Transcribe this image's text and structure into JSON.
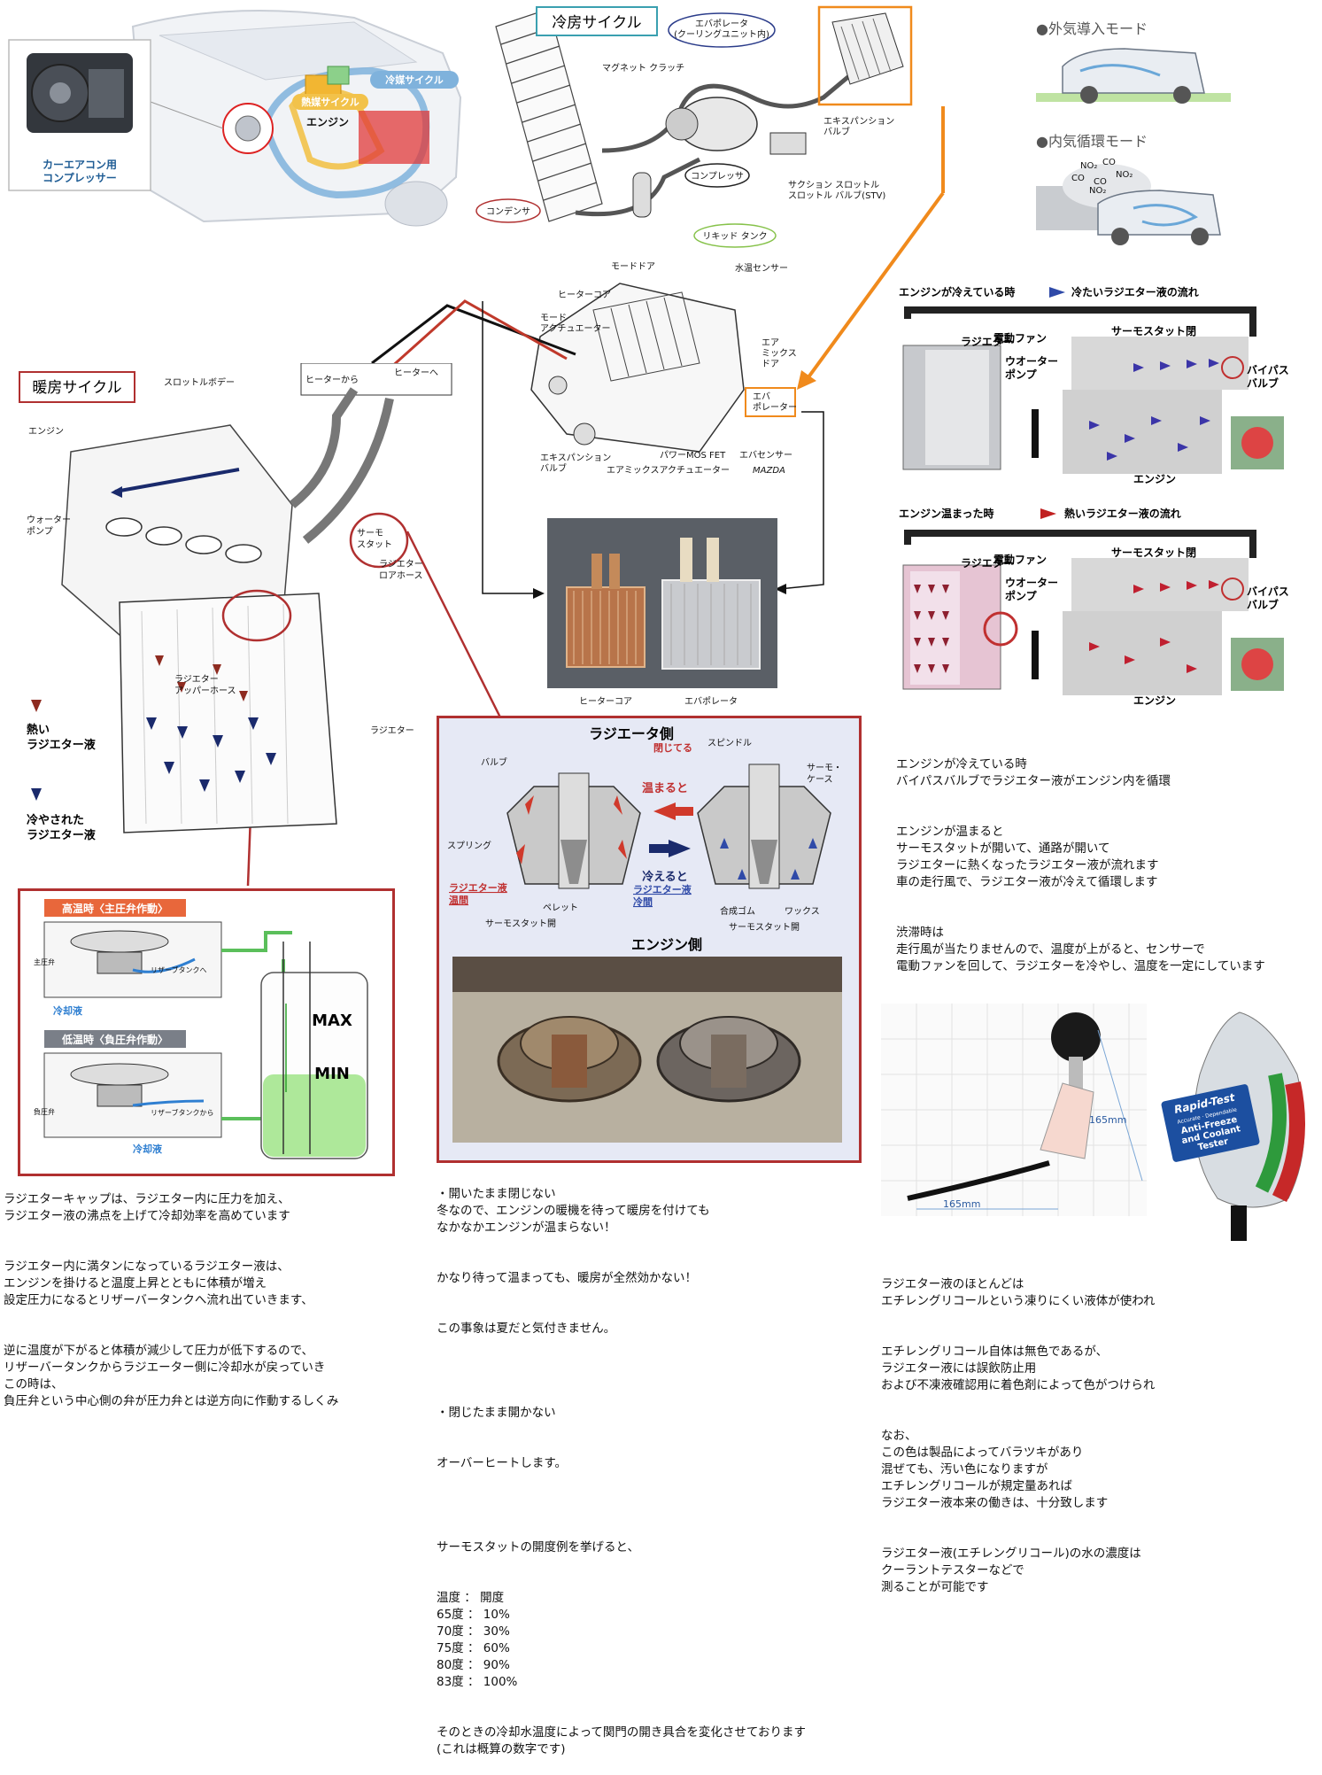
{
  "compressor": {
    "label": "カーエアコン用\nコンプレッサー",
    "refrigerant_cycle": "冷媒サイクル",
    "heat_cycle": "熱媒サイクル",
    "engine": "エンジン"
  },
  "cooling": {
    "title": "冷房サイクル",
    "evaporator": "エバポレータ\n(クーリングユニット内)",
    "magnet_clutch": "マグネット クラッチ",
    "expansion_valve": "エキスパンション\nバルブ",
    "compressor": "コンプレッサ",
    "suction_throttle": "サクション スロットル\nスロットル バルブ(STV)",
    "condenser": "コンデンサ",
    "liquid_tank": "リキッド タンク"
  },
  "modes": {
    "fresh_air": "●外気導入モード",
    "recirculation": "●内気循環モード",
    "gases": [
      "NO₂",
      "CO",
      "CO",
      "NO₂",
      "CO",
      "NO₂"
    ]
  },
  "hvac_unit": {
    "mode_door": "モードドア",
    "water_temp_sensor": "水温センサー",
    "heater_core": "ヒーターコア",
    "mode_actuator": "モード\nアクチュエーター",
    "air_mix_door": "エア\nミックス\nドア",
    "evaporator_box": "エバ\nポレーター",
    "expansion_valve": "エキスパンション\nバルブ",
    "power_mosfet": "パワーMOS FET",
    "evap_sensor": "エバセンサー",
    "air_mix_actuator": "エアミックスアクチュエーター",
    "brand": "MAZDA"
  },
  "heating": {
    "title": "暖房サイクル",
    "throttle_body": "スロットルボデー",
    "from_heater": "ヒーターから",
    "to_heater": "ヒーターへ",
    "engine": "エンジン",
    "water_pump": "ウォーター\nポンプ",
    "thermostat": "サーモ\nスタット",
    "lower_hose": "ラジエター\nロアホース",
    "upper_hose": "ラジエター\nアッパーホース",
    "radiator": "ラジエター",
    "legend_hot": "熱い\nラジエター液",
    "legend_cool": "冷やされた\nラジエター液"
  },
  "photo": {
    "heater_core": "ヒーターコア",
    "evaporator": "エバポレータ"
  },
  "flow": {
    "cold_title": "エンジンが冷えている時",
    "cold_flow": "冷たいラジエター液の流れ",
    "warm_title": "エンジン温まった時",
    "warm_flow": "熱いラジエター液の流れ",
    "radiator": "ラジエター",
    "fan": "電動ファン",
    "thermostat_closed": "サーモスタット閉",
    "water_pump": "ウオーター\nポンプ",
    "bypass_valve": "バイパス\nバルブ",
    "engine": "エンジン"
  },
  "cap": {
    "high_temp": "高温時〈主圧弁作動〉",
    "low_temp": "低温時〈負圧弁作動〉",
    "main_valve": "主圧弁",
    "neg_valve": "負圧弁",
    "reservoir_to": "リザーブタンクへ",
    "reservoir_from": "リザーブタンクから",
    "coolant": "冷却液",
    "max": "MAX",
    "min": "MIN"
  },
  "thermo": {
    "radiator_side": "ラジエータ側",
    "spindle": "スピンドル",
    "closed": "閉じてる",
    "valve": "バルブ",
    "case": "サーモ・\nケース",
    "warm": "温まると",
    "cool": "冷えると",
    "spring": "スプリング",
    "radiator_coolant_warm": "ラジエター液\n温間",
    "radiator_coolant_cold": "ラジエター液\n冷間",
    "pellet": "ペレット",
    "rubber": "合成ゴム",
    "wax": "ワックス",
    "open1": "サーモスタット開",
    "open2": "サーモスタット開",
    "engine_side": "エンジン側"
  },
  "tester": {
    "dim1": "165mm",
    "dim2": "165mm",
    "brand": "Rapid-Test",
    "sub": "Accurate · Dependable",
    "name": "Anti-Freeze\nand Coolant\nTester"
  },
  "texts": {
    "right_top": [
      "エンジンが冷えている時\nバイパスバルブでラジエター液がエンジン内を循環",
      "エンジンが温まると\nサーモスタットが開いて、通路が開いて\nラジエターに熱くなったラジエター液が流れます\n車の走行風で、ラジエター液が冷えて循環します",
      "渋滞時は\n走行風が当たりませんので、温度が上がると、センサーで\n電動ファンを回して、ラジエターを冷やし、温度を一定にしています"
    ],
    "left_bottom": [
      "ラジエターキャップは、ラジエター内に圧力を加え、\nラジエター液の沸点を上げて冷却効率を高めています",
      "ラジエター内に満タンになっているラジエター液は、\nエンジンを掛けると温度上昇とともに体積が増え\n設定圧力になるとリザーバータンクへ流れ出ていきます、",
      "逆に温度が下がると体積が減少して圧力が低下するので、\nリザーバータンクからラジエーター側に冷却水が戻っていき\nこの時は、\n負圧弁という中心側の弁が圧力弁とは逆方向に作動するしくみ"
    ],
    "middle_bottom": [
      "・開いたまま閉じない\n冬なので、エンジンの暖機を待って暖房を付けても\nなかなかエンジンが温まらない！",
      "かなり待って温まっても、暖房が全然効かない！",
      "この事象は夏だと気付きません。",
      "",
      "・閉じたまま開かない",
      "オーバーヒートします。",
      "",
      "サーモスタットの開度例を挙げると、",
      "温度 ： 開度\n65度 ： 10%\n70度 ： 30%\n75度 ： 60%\n80度 ： 90%\n83度 ： 100%",
      "そのときの冷却水温度によって関門の開き具合を変化させております\n(これは概算の数字です)"
    ],
    "right_bottom": [
      "ラジエター液のほとんどは\nエチレングリコールという凍りにくい液体が使われ",
      "エチレングリコール自体は無色であるが、\nラジエター液には誤飲防止用\nおよび不凍液確認用に着色剤によって色がつけられ",
      "なお、\nこの色は製品によってバラツキがあり\n混ぜても、汚い色になりますが\nエチレングリコールが規定量あれば\nラジエター液本来の働きは、十分致します",
      "ラジエター液(エチレングリコール)の水の濃度は\nクーラントテスターなどで\n測ることが可能です"
    ]
  }
}
